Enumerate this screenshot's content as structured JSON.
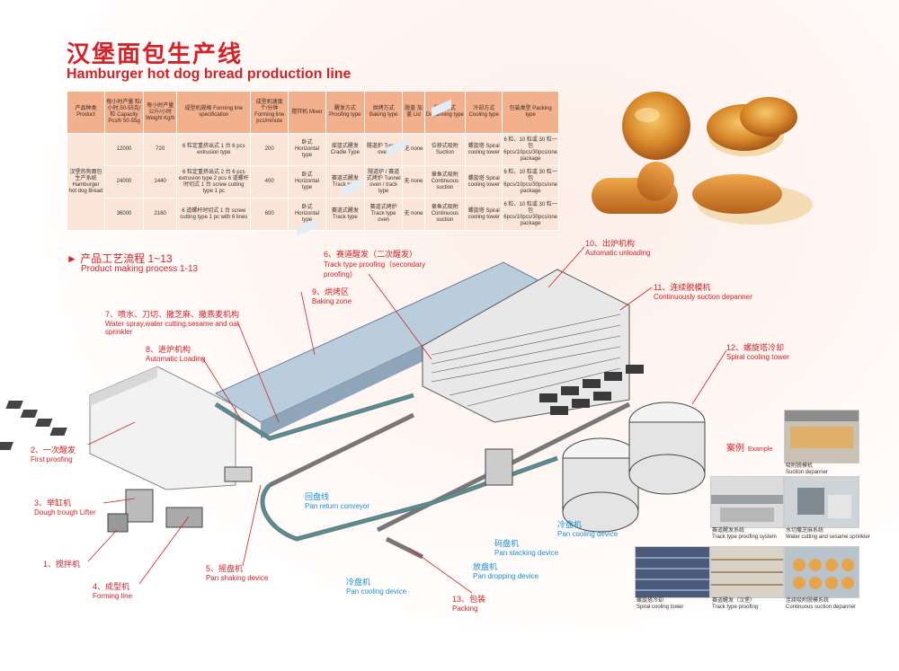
{
  "header": {
    "title_cn": "汉堡面包生产线",
    "title_en": "Hamburger hot dog bread production line"
  },
  "spec_table": {
    "headers": [
      "产品种类 Product",
      "每小时产量 粒/小时,50-55克/粒 Capacity Pcs/h 50-55g",
      "每小时产量 公斤/小时 Weight Kg/h",
      "成型机规格 Forming line specification",
      "成型机速度 个/分钟 Forming line pcs/minute",
      "搅拌机 Mixer",
      "醒发方式 Proofing type",
      "烘烤方式 Baking type",
      "脱盖 加盖 Lid",
      "脱模方式 Depanning type",
      "冷却方式 Cooling type",
      "包装类型 Packing type"
    ],
    "product": "汉堡热狗面包生产系统 Hamburger hot dog Bread",
    "rows": [
      [
        "12000",
        "720",
        "6 粒定重挤出式 1 台 6 pcs extrusion type",
        "200",
        "卧式 Horizontal type",
        "摇篮式醒发 Cradle Type",
        "隧道炉 Tunnel oven",
        "无 none",
        "位移式吸附 Suction",
        "螺旋塔 Spiral cooling tower",
        "6 粒、10 粒或 30 粒一包 6pcs/10pcs/30pcs/one package"
      ],
      [
        "24000",
        "1440",
        "6 粒定重挤出式 2 台 6 pcs extrusion type 2 pcs 6 道螺杆时切式 1 台 screw cutting type 1 pc",
        "400",
        "卧式 Horizontal type",
        "赛道式醒发 Track type",
        "隧道炉 / 赛道式烤炉 Tunnel oven / track type",
        "无 none",
        "章鱼式吸附 Continuous suction",
        "螺旋塔 Spiral cooling tower",
        "6 粒、10 粒或 30 粒一包 6pcs/10pcs/30pcs/one package"
      ],
      [
        "36000",
        "2160",
        "6 道螺杆时切式 1 台 screw cutting type 1 pc with 6 lines",
        "600",
        "卧式 Horizontal type",
        "赛道式醒发 Track type",
        "赛道式烤炉 Track type oven",
        "无 none",
        "章鱼式吸附 Continuous suction",
        "螺旋塔 Spiral cooling tower",
        "6 粒、10 粒或 30 粒一包 6pcs/10pcs/30pcs/one package"
      ]
    ]
  },
  "process": {
    "title": "► 产品工艺流程 1~13",
    "subtitle": "Product making process 1-13",
    "labels": [
      {
        "cn": "1、搅拌机",
        "en": ""
      },
      {
        "cn": "2、一次醒发",
        "en": "First proofing"
      },
      {
        "cn": "3、举缸机",
        "en": "Dough trough Lifter"
      },
      {
        "cn": "4、成型机",
        "en": "Forming line"
      },
      {
        "cn": "5、摇盘机",
        "en": "Pan shaking device"
      },
      {
        "cn": "6、赛道醒发（二次醒发）",
        "en": "Track type proofing（secondary proofing）"
      },
      {
        "cn": "7、喷水、刀切、撒芝麻、撒燕麦机构",
        "en": "Water spray,water cutting,sesame and oat sprinkler"
      },
      {
        "cn": "8、进炉机构",
        "en": "Automatic Loading"
      },
      {
        "cn": "9、烘烤区",
        "en": "Baking zone"
      },
      {
        "cn": "10、出炉机构",
        "en": "Automatic unloading"
      },
      {
        "cn": "11、连续脱模机",
        "en": "Continuously suction depanner"
      },
      {
        "cn": "12、螺旋塔冷却",
        "en": "Spiral cooling tower"
      },
      {
        "cn": "13、包装",
        "en": "Packing"
      }
    ],
    "blue_labels": [
      {
        "cn": "回盘线",
        "en": "Pan return conveyor"
      },
      {
        "cn": "冷盘机",
        "en": "Pan cooling device"
      },
      {
        "cn": "码盘机",
        "en": "Pan stacking device"
      },
      {
        "cn": "放盘机",
        "en": "Pan dropping device"
      },
      {
        "cn": "冷盘机",
        "en": "Pan cooling device"
      }
    ]
  },
  "cases": {
    "title_cn": "案例",
    "title_en": "Example",
    "items": [
      {
        "cn": "吸附脱模机",
        "en": "Suction depanner"
      },
      {
        "cn": "赛道醒发系统",
        "en": "Track type proofing system"
      },
      {
        "cn": "水切撒芝麻系统",
        "en": "Water cutting and sesame sprinkler"
      },
      {
        "cn": "螺旋塔冷却",
        "en": "Spiral cooling tower"
      },
      {
        "cn": "赛道醒发（汉堡）",
        "en": "Track type proofing"
      },
      {
        "cn": "连续吸附脱模系统",
        "en": "Continuous suction depanner"
      }
    ]
  },
  "colors": {
    "accent_red": "#d2232a",
    "accent_blue": "#1a8fd6",
    "table_header": "#f3b08d",
    "table_cell": "#fbe4d8"
  }
}
